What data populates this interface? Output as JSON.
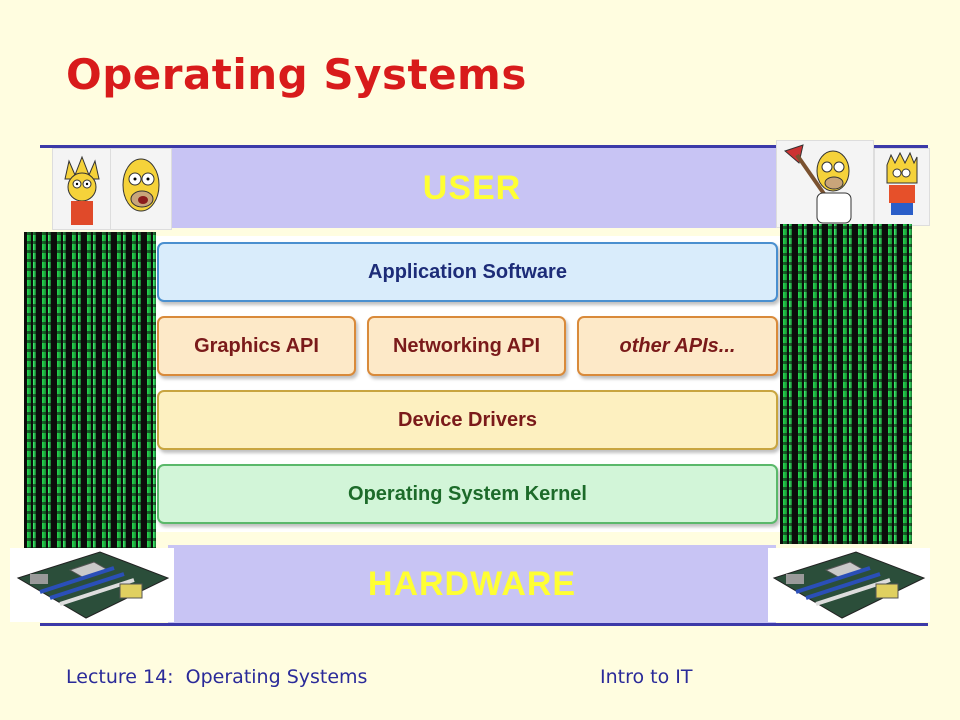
{
  "slide": {
    "title": "Operating Systems",
    "user_label": "USER",
    "hardware_label": "HARDWARE"
  },
  "layers": {
    "application": "Application Software",
    "graphics_api": "Graphics API",
    "networking_api": "Networking API",
    "other_apis": "other APIs...",
    "device_drivers": "Device Drivers",
    "kernel": "Operating System Kernel"
  },
  "footer": {
    "left": "Lecture 14:  Operating Systems",
    "right": "Intro to IT"
  },
  "colors": {
    "title": "#d81b1b",
    "band": "#c8c4f4",
    "band_text": "#ffff33",
    "footer_text": "#2a2a99",
    "background": "#fffde0"
  },
  "icons": [
    "lisa-simpson-icon",
    "homer-simpson-icon",
    "homer-with-axe-icon",
    "bart-simpson-icon",
    "matrix-code-image",
    "motherboard-image"
  ]
}
